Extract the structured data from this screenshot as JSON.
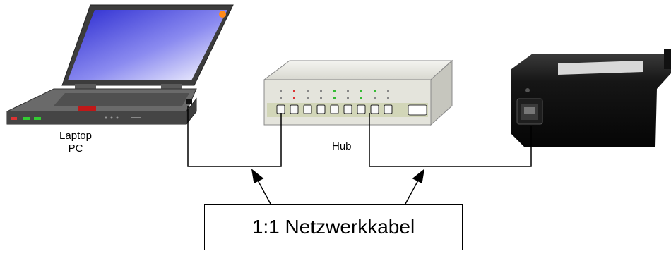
{
  "laptop": {
    "label_line1": "Laptop",
    "label_line2": "PC"
  },
  "hub": {
    "label": "Hub"
  },
  "cable": {
    "label": "1:1 Netzwerkkabel"
  },
  "colors": {
    "screen_top": "#2020c8",
    "screen_bottom": "#ffffff",
    "body": "#4a4a4a",
    "hub_body": "#e4e4dc",
    "led_green": "#33bb33",
    "led_red": "#dd3333",
    "adapter_body": "#141414"
  }
}
